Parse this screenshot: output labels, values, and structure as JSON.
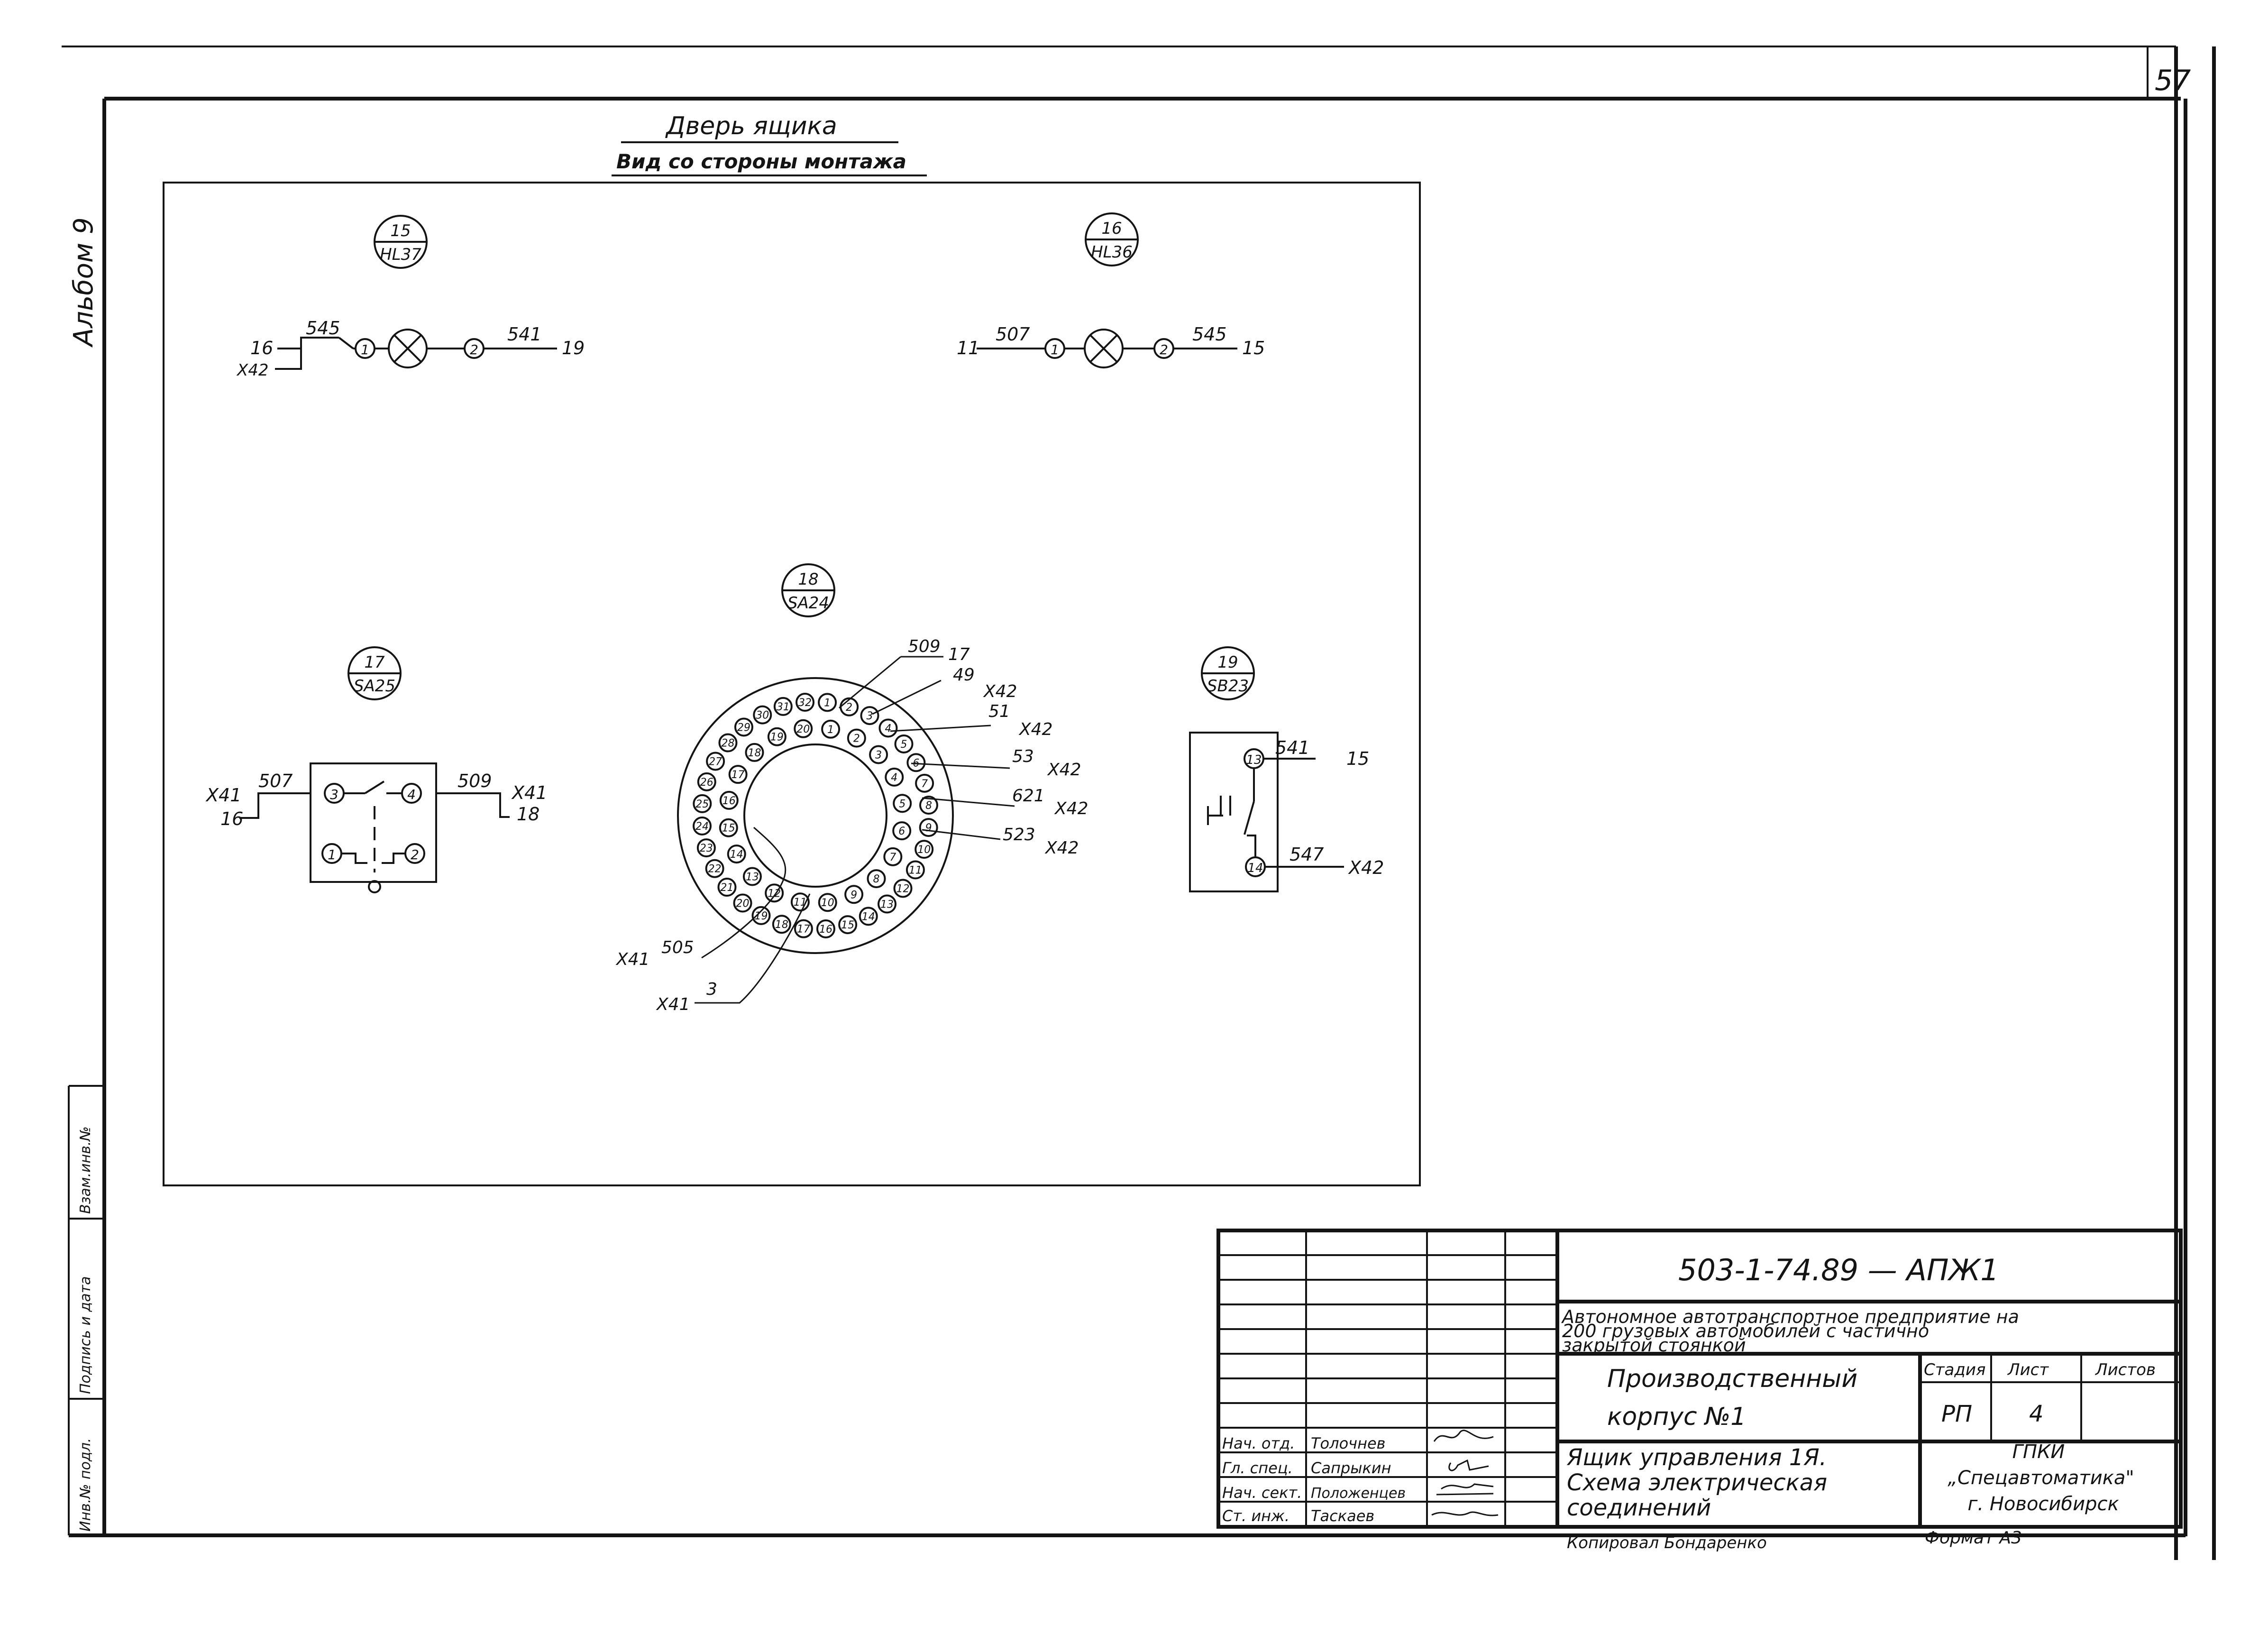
{
  "sheet": {
    "page_number": "57",
    "album": "Альбом 9",
    "side_labels": [
      "Инв.№ подл.",
      "Подпись и дата",
      "Взам.инв.№"
    ]
  },
  "title": {
    "line1": "Дверь ящика",
    "line2": "Вид со стороны монтажа"
  },
  "components": {
    "c15": {
      "num": "15",
      "ref": "HL37",
      "w_left_top": "545",
      "w_left_num": "16",
      "w_left_conn": "X42",
      "pin1": "1",
      "pin2": "2",
      "w_right_top": "541",
      "w_right_num": "19"
    },
    "c16": {
      "num": "16",
      "ref": "HL36",
      "w_left_num": "11",
      "w_left_top": "507",
      "pin1": "1",
      "pin2": "2",
      "w_right_top": "545",
      "w_right_num": "15"
    },
    "c17": {
      "num": "17",
      "ref": "SA25",
      "l_conn": "X41",
      "l_wire": "507",
      "l_num": "16",
      "pin3": "3",
      "pin4": "4",
      "pin1": "1",
      "pin2": "2",
      "r_wire": "509",
      "r_conn": "X41",
      "r_num": "18"
    },
    "c18": {
      "num": "18",
      "ref": "SA24",
      "outer_pins": [
        "1",
        "2",
        "3",
        "4",
        "5",
        "6",
        "7",
        "8",
        "9",
        "10",
        "11",
        "12",
        "13",
        "14",
        "15",
        "16",
        "17",
        "18",
        "19",
        "20",
        "21",
        "22",
        "23",
        "24",
        "25",
        "26",
        "27",
        "28",
        "29",
        "30",
        "31",
        "32"
      ],
      "inner_pins": [
        "1",
        "2",
        "3",
        "4",
        "5",
        "6",
        "7",
        "8",
        "9",
        "10",
        "11",
        "12",
        "13",
        "14",
        "15",
        "16",
        "17",
        "18",
        "19",
        "20"
      ],
      "right_labels": [
        {
          "wire": "509",
          "num": "17"
        },
        {
          "wire": "49",
          "conn": "X42"
        },
        {
          "wire": "51",
          "conn": "X42"
        },
        {
          "wire": "53",
          "conn": "X42"
        },
        {
          "wire": "621",
          "conn": "X42"
        },
        {
          "wire": "523",
          "conn": "X42"
        }
      ],
      "bottom_labels": [
        {
          "conn": "X41",
          "wire": "505"
        },
        {
          "conn": "X41",
          "wire": "3"
        }
      ]
    },
    "c19": {
      "num": "19",
      "ref": "SB23",
      "pin_top": "13",
      "pin_bot": "14",
      "top_wire": "541",
      "top_num": "15",
      "bot_wire": "547",
      "bot_conn": "X42"
    }
  },
  "title_block": {
    "doc_code": "503-1-74.89 — АПЖ1",
    "project": "Автономное автотранспортное предприятие на 200 грузовых автомобилей с частично закрытой стоянкой",
    "building": [
      "Производственный",
      "корпус №1"
    ],
    "headers": {
      "stage": "Стадия",
      "sheet": "Лист",
      "sheets": "Листов"
    },
    "values": {
      "stage": "РП",
      "sheet": "4",
      "sheets": ""
    },
    "drawing_title": [
      "Ящик управления 1Я.",
      "Схема электрическая",
      "соединений"
    ],
    "org": [
      "ГПКИ",
      "„Спецавтоматика\"",
      "г. Новосибирск"
    ],
    "staff": [
      {
        "role": "Нач. отд.",
        "name": "Толочнев"
      },
      {
        "role": "Гл. спец.",
        "name": "Сапрыкин"
      },
      {
        "role": "Нач. сект.",
        "name": "Положенцев"
      },
      {
        "role": "Ст. инж.",
        "name": "Таскаев"
      }
    ],
    "copied": "Копировал Бондаренко",
    "format": "Формат А3"
  }
}
